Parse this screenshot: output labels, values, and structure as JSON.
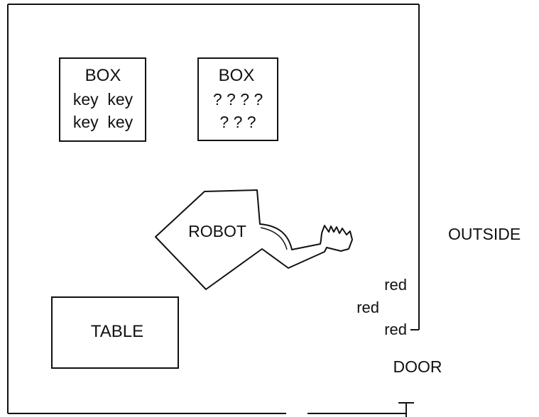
{
  "boxes": [
    {
      "title": "BOX",
      "contents": [
        "key  key",
        "key  key"
      ]
    },
    {
      "title": "BOX",
      "contents": [
        "? ? ? ?",
        "? ? ?"
      ]
    }
  ],
  "robot": {
    "label": "ROBOT"
  },
  "table": {
    "label": "TABLE"
  },
  "outside": {
    "label": "OUTSIDE"
  },
  "door": {
    "label": "DOOR"
  },
  "markers": [
    "red",
    "red",
    "red"
  ],
  "colors": {
    "ink": "#111111",
    "background": "#ffffff"
  }
}
